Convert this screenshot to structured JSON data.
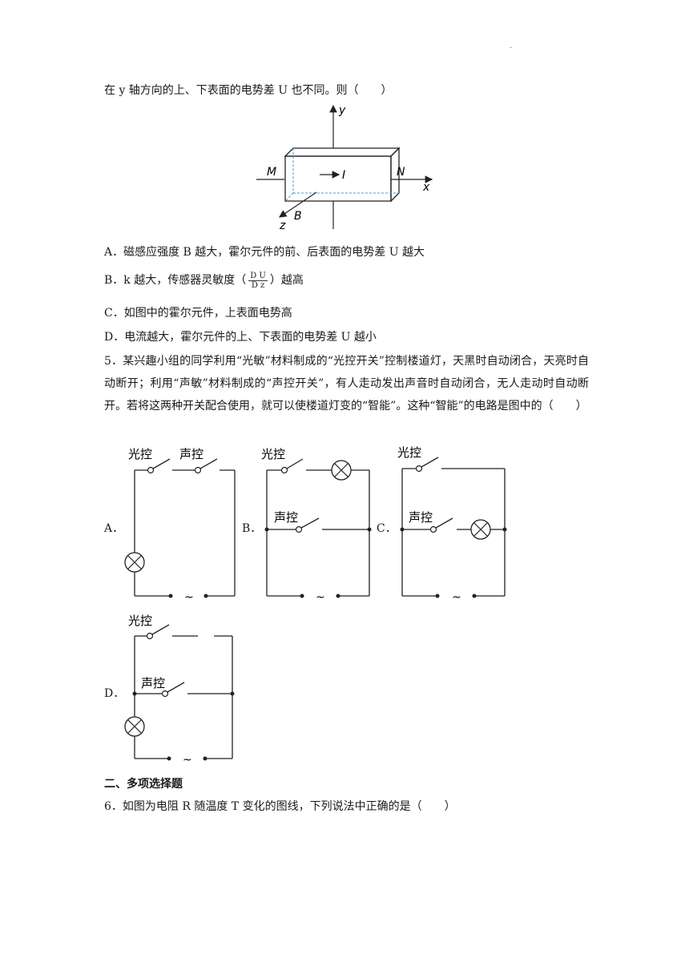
{
  "page_mark": ".",
  "q4_tail": "在 y 轴方向的上、下表面的电势差 U 也不同。则（　　）",
  "hall_figure": {
    "axis_y": "y",
    "axis_x": "x",
    "axis_z": "z",
    "label_M": "M",
    "label_N": "N",
    "label_I": "I",
    "label_B": "B"
  },
  "q4_options": {
    "A": "A．磁感应强度 B 越大，霍尔元件的前、后表面的电势差 U 越大",
    "B_prefix": "B．k 越大，传感器灵敏度（",
    "B_frac_num": "D U",
    "B_frac_den": "D z",
    "B_suffix": "）越高",
    "C": "C．如图中的霍尔元件，上表面电势高",
    "D": "D．电流越大，霍尔元件的上、下表面的电势差 U 越小"
  },
  "q5": {
    "text": "5．某兴趣小组的同学利用“光敏”材料制成的“光控开关”控制楼道灯，天黑时自动闭合，天亮时自动断开；利用“声敏”材料制成的“声控开关”，有人走动发出声音时自动闭合，无人走动时自动断开。若将这两种开关配合使用，就可以使楼道灯变的“智能”。这种“智能”的电路是图中的（　　）"
  },
  "circuits": {
    "light_switch": "光控",
    "sound_switch": "声控",
    "ac_symbol": "~",
    "labels": [
      "A．",
      "B．",
      "C．",
      "D．"
    ]
  },
  "section2": "二、多项选择题",
  "q6": "6．如图为电阻 R 随温度 T 变化的图线，下列说法中正确的是（　　）"
}
